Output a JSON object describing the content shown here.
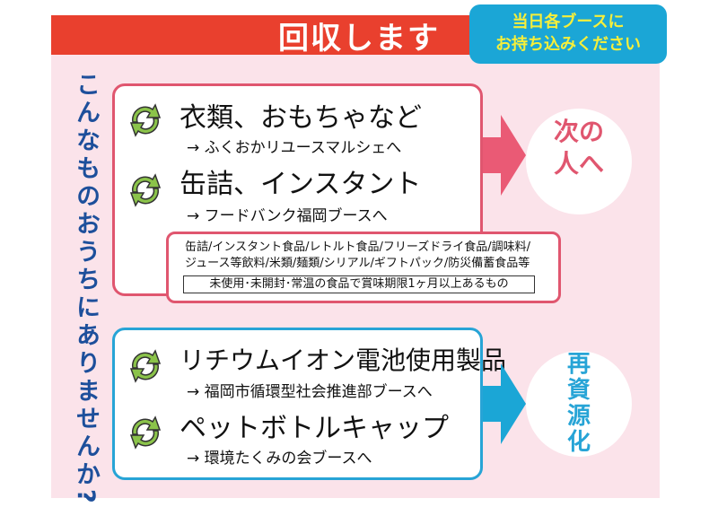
{
  "header": {
    "title": "回収します",
    "badge_line1": "当日各ブースに",
    "badge_line2": "お持ち込みください"
  },
  "side_question": "こんなものおうちにありませんか?",
  "group1": {
    "items": [
      {
        "label": "衣類、おもちゃなど",
        "dest": "→ ふくおかリユースマルシェへ"
      },
      {
        "label": "缶詰、インスタント",
        "dest": "→ フードバンク福岡ブースへ"
      }
    ],
    "detail_line1": "缶詰/インスタント食品/レトルト食品/フリーズドライ食品/調味料/",
    "detail_line2": "ジュース等飲料/米類/麺類/シリアル/ギフトパック/防災備蓄食品等",
    "condition": "未使用･未開封･常温の食品で賞味期限1ヶ月以上あるもの",
    "result_line1": "次の",
    "result_line2": "人へ"
  },
  "group2": {
    "items": [
      {
        "label": "リチウムイオン電池使用製品",
        "dest": "→ 福岡市循環型社会推進部ブースへ"
      },
      {
        "label": "ペットボトルキャップ",
        "dest": "→ 環境たくみの会ブースへ"
      }
    ],
    "result_chars": [
      "再",
      "資",
      "源",
      "化"
    ]
  },
  "colors": {
    "red": "#e9402e",
    "pink": "#e0566f",
    "blue": "#27a4d6",
    "green": "#8bc34a"
  }
}
